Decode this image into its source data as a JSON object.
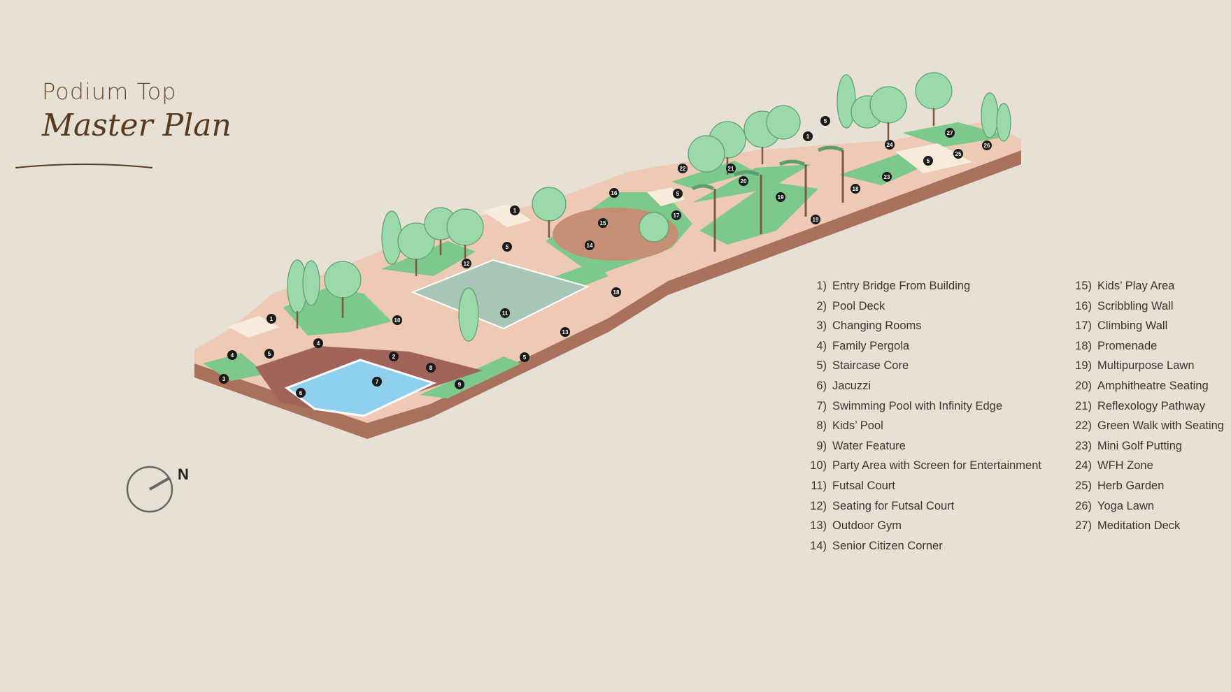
{
  "title": {
    "line1": "Podium Top",
    "line2": "Master Plan"
  },
  "compass": {
    "label": "N"
  },
  "legend": {
    "col1": [
      {
        "num": "1)",
        "label": "Entry Bridge From Building"
      },
      {
        "num": "2)",
        "label": "Pool Deck"
      },
      {
        "num": "3)",
        "label": "Changing Rooms"
      },
      {
        "num": "4)",
        "label": "Family Pergola"
      },
      {
        "num": "5)",
        "label": "Staircase Core"
      },
      {
        "num": "6)",
        "label": "Jacuzzi"
      },
      {
        "num": "7)",
        "label": "Swimming Pool with Infinity Edge"
      },
      {
        "num": "8)",
        "label": "Kids’ Pool"
      },
      {
        "num": "9)",
        "label": "Water Feature"
      },
      {
        "num": "10)",
        "label": "Party Area with Screen for Entertainment"
      },
      {
        "num": "11)",
        "label": "Futsal Court"
      },
      {
        "num": "12)",
        "label": "Seating for Futsal Court"
      },
      {
        "num": "13)",
        "label": "Outdoor Gym"
      },
      {
        "num": "14)",
        "label": "Senior Citizen Corner"
      }
    ],
    "col2": [
      {
        "num": "15)",
        "label": "Kids’ Play Area"
      },
      {
        "num": "16)",
        "label": "Scribbling Wall"
      },
      {
        "num": "17)",
        "label": "Climbing Wall"
      },
      {
        "num": "18)",
        "label": "Promenade"
      },
      {
        "num": "19)",
        "label": "Multipurpose Lawn"
      },
      {
        "num": "20)",
        "label": "Amphitheatre Seating"
      },
      {
        "num": "21)",
        "label": "Reflexology Pathway"
      },
      {
        "num": "22)",
        "label": "Green Walk with Seating"
      },
      {
        "num": "23)",
        "label": "Mini Golf Putting"
      },
      {
        "num": "24)",
        "label": "WFH Zone"
      },
      {
        "num": "25)",
        "label": "Herb Garden"
      },
      {
        "num": "26)",
        "label": "Yoga Lawn"
      },
      {
        "num": "27)",
        "label": "Meditation Deck"
      }
    ]
  },
  "markers": [
    "1",
    "2",
    "3",
    "4",
    "4",
    "5",
    "5",
    "5",
    "5",
    "5",
    "5",
    "6",
    "7",
    "8",
    "9",
    "10",
    "11",
    "12",
    "13",
    "14",
    "15",
    "16",
    "17",
    "18",
    "18",
    "19",
    "19",
    "20",
    "21",
    "22",
    "23",
    "24",
    "25",
    "26",
    "27",
    "1",
    "1"
  ],
  "colors": {
    "background": "#e6e0d5",
    "podium_side": "#a9705c",
    "path": "#eec9b5",
    "lawn": "#7dc98c",
    "tree": "#8fd3a0",
    "pool": "#8ed0ee",
    "court": "#a8c6b6",
    "marker": "#1a1a1a"
  }
}
